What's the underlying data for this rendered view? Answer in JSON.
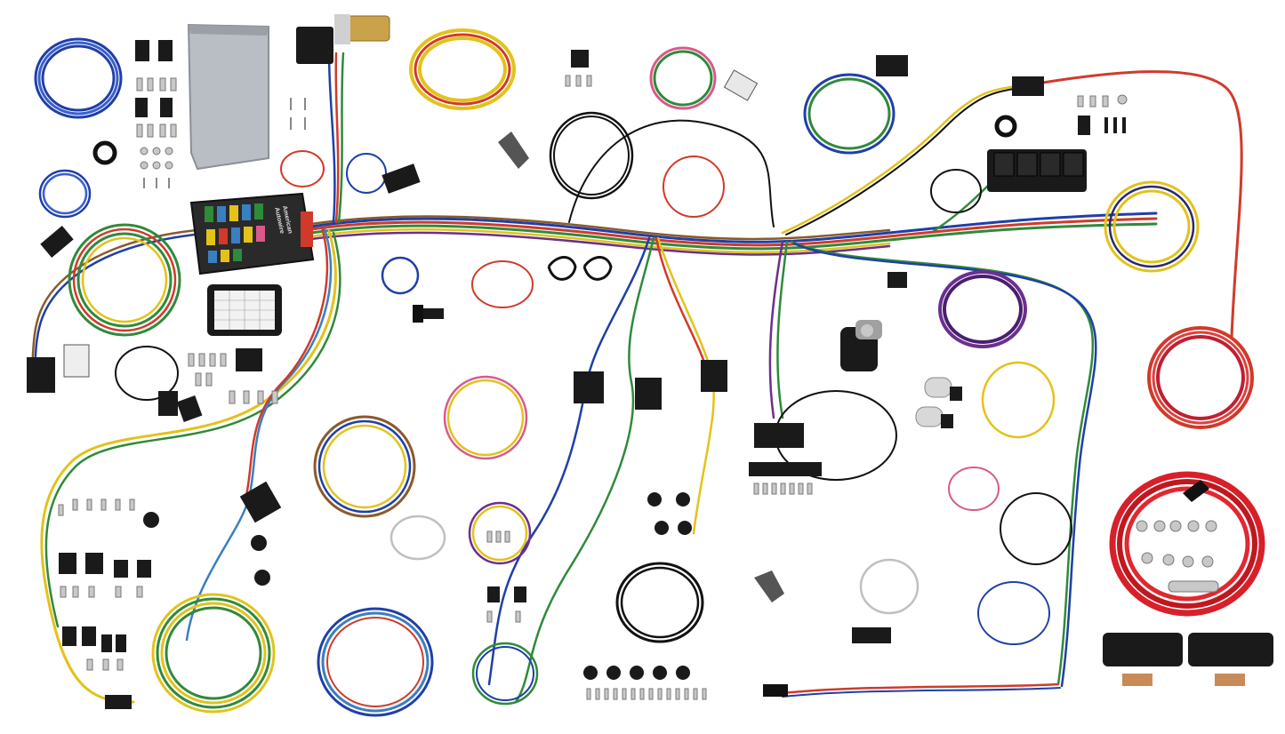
{
  "photo": {
    "subject": "automotive wiring harness kit laid out on white background",
    "fuse_box_label_lines": [
      "American",
      "Autowire"
    ],
    "colors": {
      "background": "#ffffff",
      "connector": "#1a1a1a",
      "fuse_box": "#2a2a2a",
      "battery_cable": "#d8202a",
      "bracket_metal": "#b9bec4",
      "copper_terminal": "#c98a5a"
    },
    "wire_colors": [
      "#1f3fa8",
      "#e3c21a",
      "#2f8a3a",
      "#d13a2a",
      "#6b2f8f",
      "#3a7fc0",
      "#8a5a2a",
      "#e07820",
      "#c0c0c0",
      "#111111",
      "#d85a8a"
    ],
    "icons": [
      "fuse-box-icon",
      "relay-icon",
      "connector-icon",
      "switch-icon",
      "ring-terminal-icon",
      "wire-coil-icon"
    ]
  }
}
